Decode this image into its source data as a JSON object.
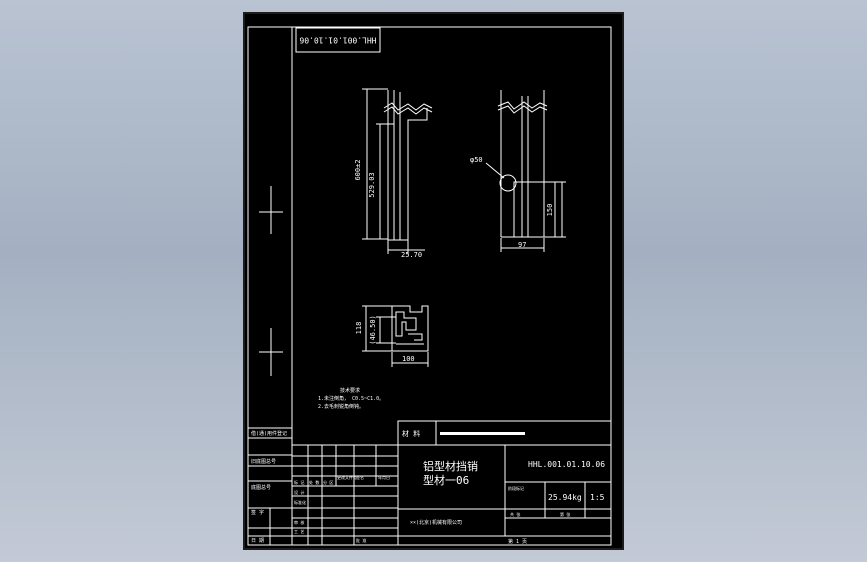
{
  "drawing": {
    "colors": {
      "paper": "#000000",
      "ink": "#ffffff",
      "frame": "#1c1c1c"
    },
    "rotated_code": "HHL.001.01.10.06",
    "dims": {
      "height_total": "600±2",
      "height_inner": "529.03",
      "width_bottom": "25.70",
      "hole": "φ50",
      "plate_height": "150",
      "plate_width": "97",
      "section_height": "118",
      "section_inner": "(46.50)",
      "section_width": "100"
    },
    "notes": {
      "title": "技术要求",
      "line1": "1.未注倒角，  C0.5~C1.0。",
      "line2": "2.去毛刺锐角倒钝。"
    }
  },
  "title_block": {
    "material_label": "材 料",
    "part_name_line1": "铝型材挡销",
    "part_name_line2": "型材一06",
    "code": "HHL.001.01.10.06",
    "weight": "25.94kg",
    "scale": "1:5",
    "company": "××(北京)机械有限公司",
    "left_labels": {
      "usage": "借(通)用件登记",
      "trace": "旧底图总号",
      "sign": "底图总号",
      "date": "签 字",
      "date2": "日 期"
    },
    "row_labels": {
      "mark": "标 记",
      "count": "处 数",
      "zone": "分 区",
      "change_doc": "更改文件号",
      "signature": "签名",
      "ymd": "年月日",
      "design": "设 计",
      "standard": "标准化",
      "check": "审 核",
      "process": "工 艺",
      "approve": "批 准",
      "stage": "阶段标记",
      "weight_hdr": "重量",
      "scale_hdr": "比例",
      "sheet_total": "共  张",
      "sheet_no": "第  张",
      "page": "第 1 页"
    }
  }
}
